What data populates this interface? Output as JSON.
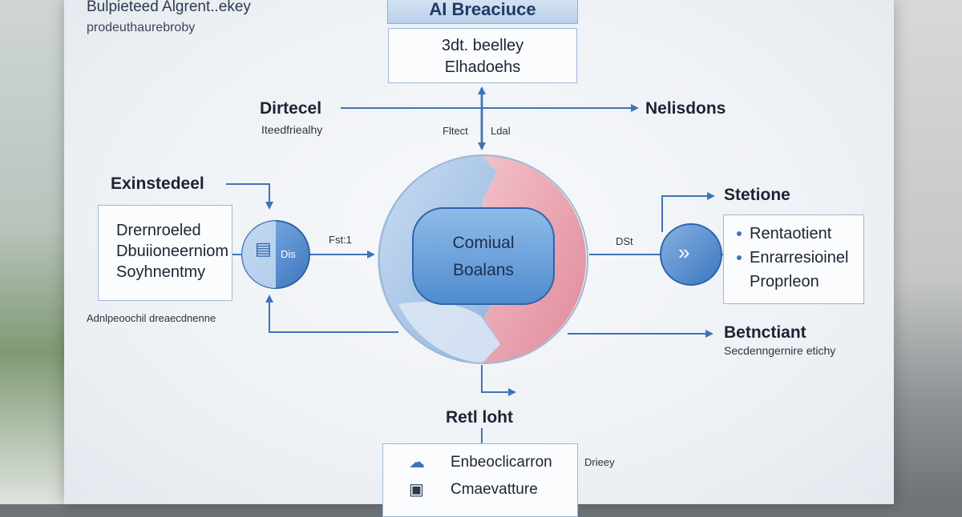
{
  "corner": {
    "title": "Bulpieteed Algrent..ekey",
    "subtitle": "prodeuthaurebroby"
  },
  "top": {
    "title": "AI Breaciuce",
    "box_lines": [
      "3dt. beelley",
      "Elhadoehs"
    ]
  },
  "upper_left": {
    "heading": "Dirtecel",
    "sub": "Iteedfriealhy"
  },
  "upper_right": {
    "heading": "Nelisdons"
  },
  "axis_labels": {
    "left": "Fltect",
    "right": "Ldal"
  },
  "left": {
    "heading": "Exinstedeel",
    "box_lines": [
      "Drernroeled",
      "Dbuiioneerniom",
      "Soyhnentmy"
    ],
    "caption": "Adnlpeoochil dreaecdnenne",
    "node_text": "Dis",
    "arrow_label": "Fst:1"
  },
  "center": {
    "line1": "Comiual",
    "line2": "Boalans"
  },
  "right": {
    "arrow_label": "DSt",
    "heading_top": "Stetione",
    "box_items": [
      "Rentaotient",
      "Enrarresioinel"
    ],
    "box_extra": "Proprleon",
    "heading_bottom": "Betnctiant",
    "sub_bottom": "Secdenngernire etichy"
  },
  "bottom": {
    "heading": "Retl loht",
    "box_lines": [
      "Enbeoclicarron",
      "Cmaevatture"
    ],
    "side_label": "Drieey"
  },
  "colors": {
    "accent_blue": "#3f73b8",
    "light_blue": "#a9c6e6",
    "rose": "#e59aa7",
    "node_blue": "#5e95d4"
  },
  "icons": {
    "left_node": "document-icon",
    "right_node": "double-chevron-icon",
    "bottom_top": "network-cloud-icon",
    "bottom_bottom": "robot-icon"
  }
}
